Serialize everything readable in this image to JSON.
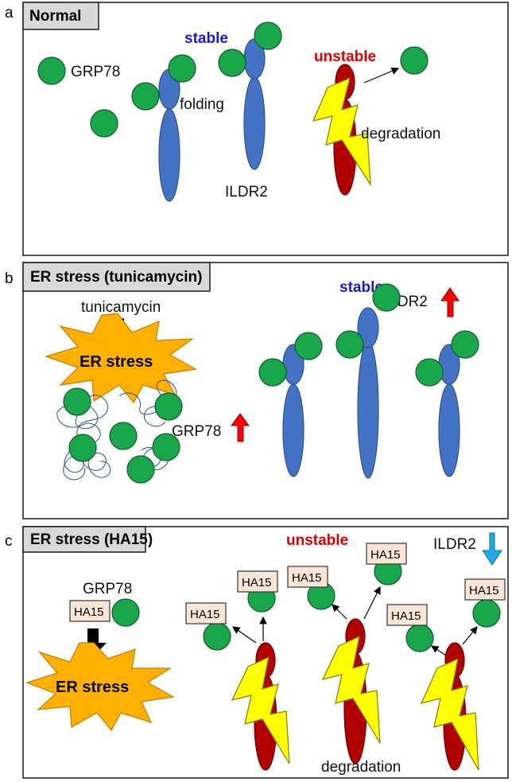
{
  "panels": [
    {
      "letter": "a",
      "title": "Normal",
      "labels": {
        "stable": "stable",
        "unstable": "unstable",
        "grp78": "GRP78",
        "folding": "folding",
        "ildr2": "ILDR2",
        "degradation": "degradation"
      }
    },
    {
      "letter": "b",
      "title": "ER stress (tunicamycin)",
      "labels": {
        "tunicamycin": "tunicamycin",
        "er_stress": "ER stress",
        "stable": "stable",
        "ildr2": "ILDR2",
        "grp78": "GRP78"
      }
    },
    {
      "letter": "c",
      "title": "ER stress (HA15)",
      "labels": {
        "unstable": "unstable",
        "ildr2": "ILDR2",
        "grp78": "GRP78",
        "er_stress": "ER stress",
        "degradation": "degradation",
        "ha15": "HA15"
      }
    }
  ],
  "colors": {
    "stable": "#1a1acc",
    "unstable": "#dd0000",
    "grp78": "#1aa64a",
    "ildr2_stable": "#4472c4",
    "ildr2_unstable": "#b00000",
    "up_arrow": "#ff0000",
    "down_arrow": "#1fa8e8",
    "er_stress_burst": "#ffb000",
    "degradation_bolt": "#ffff00"
  },
  "icons": [
    "grp78-circle",
    "ildr2-protein",
    "lightning-bolt",
    "er-stress-burst",
    "up-arrow",
    "down-arrow",
    "block-arrow-down",
    "unfolded-protein-tangle"
  ]
}
